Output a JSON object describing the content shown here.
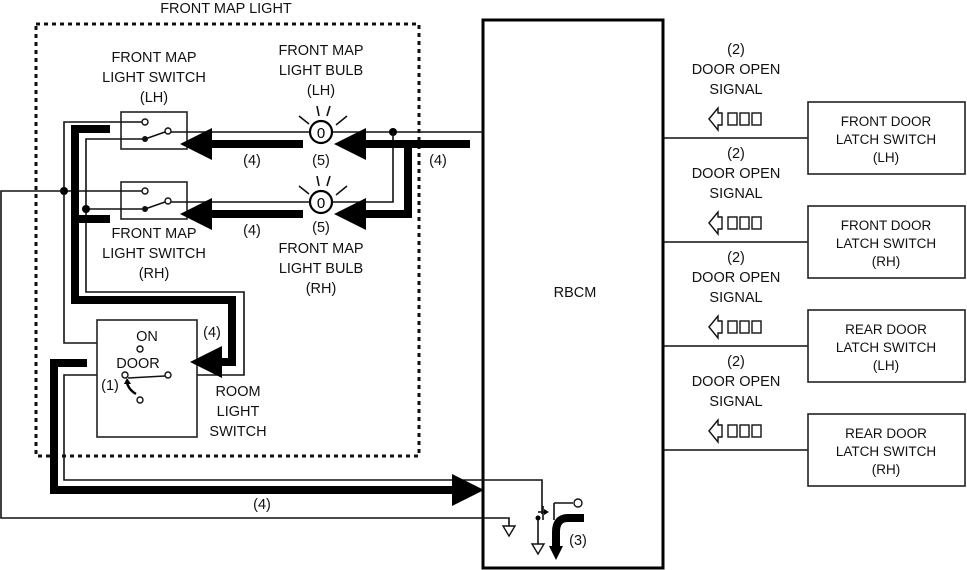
{
  "diagram": {
    "title": "FRONT MAP LIGHT",
    "module": "RBCM",
    "front_map_light_switch_lh": [
      "FRONT MAP",
      "LIGHT SWITCH",
      "(LH)"
    ],
    "front_map_light_switch_rh": [
      "FRONT MAP",
      "LIGHT SWITCH",
      "(RH)"
    ],
    "front_map_light_bulb_lh": [
      "FRONT MAP",
      "LIGHT BULB",
      "(LH)"
    ],
    "front_map_light_bulb_rh": [
      "FRONT MAP",
      "LIGHT BULB",
      "(RH)"
    ],
    "room_light_switch": [
      "ROOM",
      "LIGHT",
      "SWITCH"
    ],
    "room_switch_positions": {
      "on": "ON",
      "door": "DOOR"
    },
    "callouts": {
      "step1": "(1)",
      "step2": "(2)",
      "step3": "(3)",
      "step4": "(4)",
      "step5": "(5)"
    },
    "door_signals": [
      {
        "label": [
          "(2)",
          "DOOR OPEN",
          "SIGNAL"
        ],
        "switch": [
          "FRONT DOOR",
          "LATCH SWITCH",
          "(LH)"
        ]
      },
      {
        "label": [
          "(2)",
          "DOOR OPEN",
          "SIGNAL"
        ],
        "switch": [
          "FRONT DOOR",
          "LATCH SWITCH",
          "(RH)"
        ]
      },
      {
        "label": [
          "(2)",
          "DOOR OPEN",
          "SIGNAL"
        ],
        "switch": [
          "REAR DOOR",
          "LATCH SWITCH",
          "(LH)"
        ]
      },
      {
        "label": [
          "(2)",
          "DOOR OPEN",
          "SIGNAL"
        ],
        "switch": [
          "REAR DOOR",
          "LATCH SWITCH",
          "(RH)"
        ]
      }
    ]
  }
}
